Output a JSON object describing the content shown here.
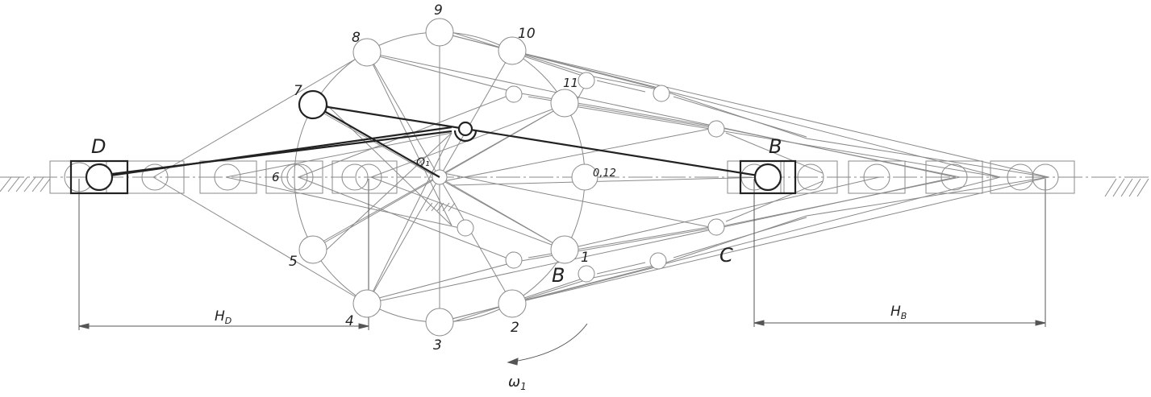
{
  "colors": {
    "background": "#ffffff",
    "thin_line": "#8a8a8a",
    "thick_line": "#222222",
    "text": "#222222"
  },
  "labels": {
    "positions": [
      "1",
      "2",
      "3",
      "4",
      "5",
      "6",
      "7",
      "8",
      "9",
      "10",
      "11",
      "0,12"
    ],
    "center": "O₁",
    "point_D": "D",
    "point_B": "B",
    "point_B_lower": "B",
    "point_C": "C",
    "stroke_D": "H",
    "stroke_D_sub": "D",
    "stroke_B": "H",
    "stroke_B_sub": "B",
    "omega": "ω",
    "omega_sub": "1"
  }
}
